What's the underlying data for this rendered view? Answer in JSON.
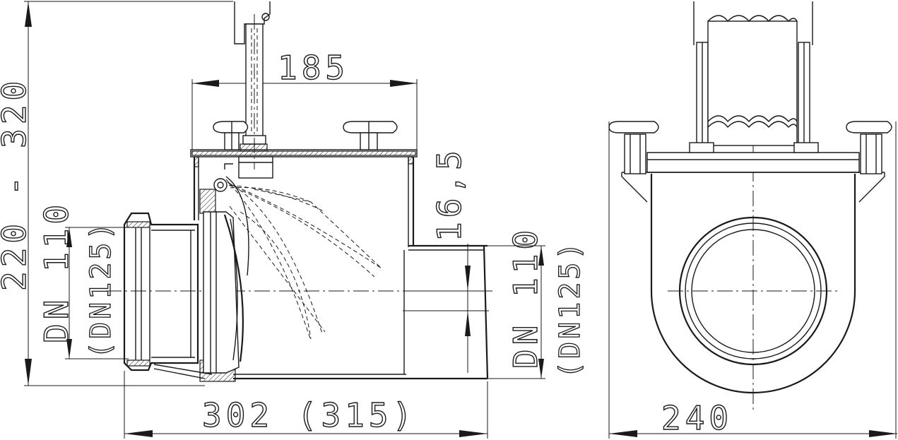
{
  "dimensions": {
    "width_185": "185",
    "height_220_320": "220 - 320",
    "dn_110_left": "DN 110",
    "dn_125_left": "(DN125)",
    "offset_16_5": "16,5",
    "dn_110_right": "DN 110",
    "dn_125_right": "(DN125)",
    "length_302_315": "302  (315)",
    "width_240": "240"
  }
}
